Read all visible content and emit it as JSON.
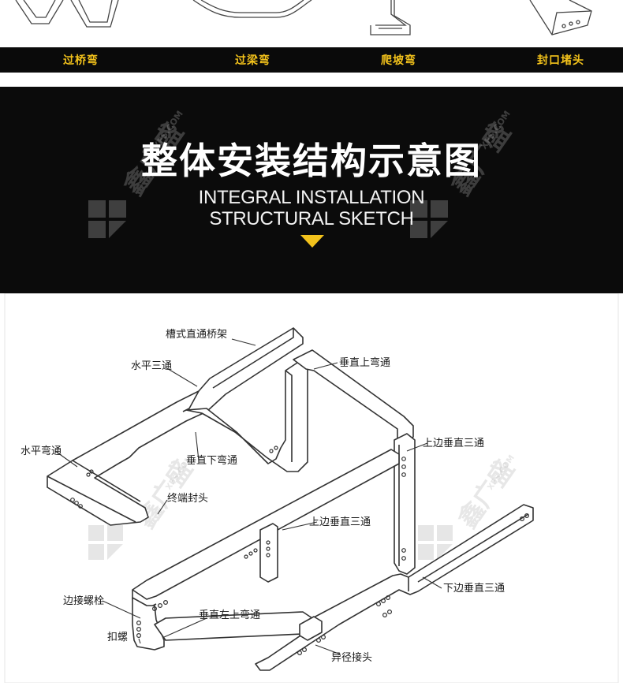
{
  "captions": [
    "过桥弯",
    "过梁弯",
    "爬坡弯",
    "封口堵头"
  ],
  "header": {
    "title_cn": "整体安装结构示意图",
    "title_en_line1": "INTEGRAL INSTALLATION",
    "title_en_line2": "STRUCTURAL SKETCH",
    "accent_color": "#f2c21c"
  },
  "labels": {
    "trough_tray": "槽式直通桥架",
    "horizontal_tee": "水平三通",
    "vertical_up_bend": "垂直上弯通",
    "horizontal_bend": "水平弯通",
    "vertical_down_bend": "垂直下弯通",
    "upper_vertical_tee_1": "上边垂直三通",
    "end_cap": "终端封头",
    "upper_vertical_tee_2": "上边垂直三通",
    "edge_bolt": "边接螺栓",
    "lower_vertical_tee": "下边垂直三通",
    "vertical_left_up_bend": "垂直左上弯通",
    "buckle_screw": "扣螺",
    "reducer_joint": "异径接头"
  },
  "watermark": {
    "brand_cn": "鑫广盛",
    "brand_en": "XFS.COM"
  }
}
